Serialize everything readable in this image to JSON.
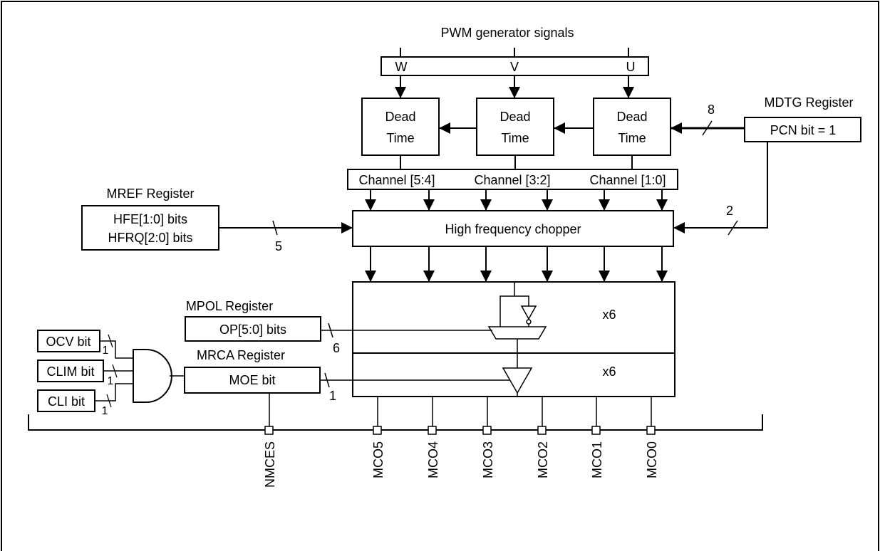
{
  "pwm": {
    "title": "PWM generator signals",
    "phases": [
      "W",
      "V",
      "U"
    ]
  },
  "dead_time": {
    "line1": "Dead",
    "line2": "Time"
  },
  "mdtg": {
    "title": "MDTG Register",
    "box": "PCN bit = 1",
    "bus_width": "8",
    "chopper_bus_width": "2"
  },
  "channels": [
    "Channel [5:4]",
    "Channel [3:2]",
    "Channel [1:0]"
  ],
  "mref": {
    "title": "MREF Register",
    "line1": "HFE[1:0] bits",
    "line2": "HFRQ[2:0] bits",
    "bus_width": "5"
  },
  "chopper": {
    "label": "High frequency chopper"
  },
  "mpol": {
    "title": "MPOL Register",
    "box": "OP[5:0] bits",
    "bus_width": "6"
  },
  "mrca": {
    "title": "MRCA Register",
    "box": "MOE bit",
    "bus_width": "1"
  },
  "inputs": {
    "ocv": "OCV bit",
    "clim": "CLIM bit",
    "cli": "CLI bit",
    "width_ocv": "1",
    "width_clim": "1",
    "width_cli": "1"
  },
  "multiplier": {
    "top": "x6",
    "bottom": "x6"
  },
  "pins": [
    "NMCES",
    "MCO5",
    "MCO4",
    "MCO3",
    "MCO2",
    "MCO1",
    "MCO0"
  ]
}
